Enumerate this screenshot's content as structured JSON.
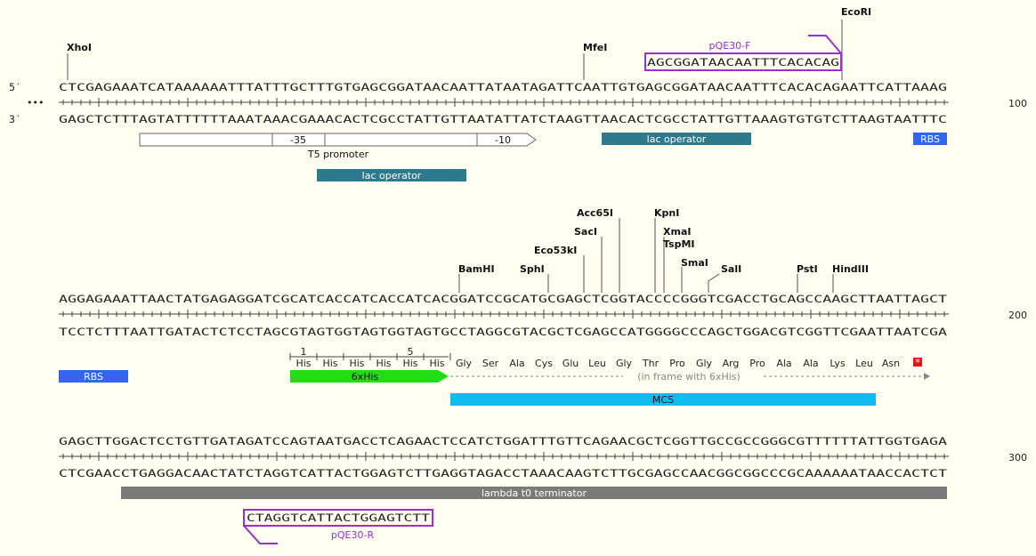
{
  "markers": {
    "five_prime": "5′",
    "three_prime": "3′",
    "ellipsis": "•••"
  },
  "rows": [
    {
      "top": "CTCGAGAAATCATAAAAAATTTATTTGCTTTGTGAGCGGATAACAATTATAATAGATTCAATTGTGAGCGGATAACAATTTCACACAGAATTCATTAAAG",
      "bottom": "GAGCTCTTTAGTATTTTTTAAATAAACGAAACACTCGCCTATTGTTAATATTATCTAAGTTAACACTCGCCTATTGTTAAAGTGTGTCTTAAGTAATTTC",
      "number": "100"
    },
    {
      "top": "AGGAGAAATTAACTATGAGAGGATCGCATCACCATCACCATCACGGATCCGCATGCGAGCTCGGTACCCCGGGTCGACCTGCAGCCAAGCTTAATTAGCT",
      "bottom": "TCCTCTTTAATTGATACTCTCCTAGCGTAGTGGTAGTGGTAGTGCCTAGGCGTACGCTCGAGCCATGGGGCCCAGCTGGACGTCGGTTCGAATTAATCGA",
      "number": "200"
    },
    {
      "top": "GAGCTTGGACTCCTGTTGATAGATCCAGTAATGACCTCAGAACTCCATCTGGATTTGTTCAGAACGCTCGGTTGCCGCCGGGCGTTTTTTATTGGTGAGA",
      "bottom": "CTCGAACCTGAGGACAACTATCTAGGTCATTACTGGAGTCTTGAGGTAGACCTAAACAAGTCTTGCGAGCCAACGGCGGCCCGCAAAAAATAACCACTCT",
      "number": "300"
    }
  ],
  "sites": {
    "row1": [
      "XhoI",
      "MfeI",
      "EcoRI"
    ],
    "row2": [
      "BamHI",
      "SphI",
      "Eco53kI",
      "SacI",
      "Acc65I",
      "KpnI",
      "XmaI",
      "TspMI",
      "SmaI",
      "SalI",
      "PstI",
      "HindIII"
    ]
  },
  "primers": {
    "forward": {
      "name": "pQE30-F",
      "seq": "AGCGGATAACAATTTCACACAG",
      "color": "#9a2fd0"
    },
    "reverse": {
      "name": "pQE30-R",
      "seq": "CTAGGTCATTACTGGAGTCTT",
      "color": "#9a2fd0"
    }
  },
  "promoter": {
    "name": "T5 promoter",
    "box35": "-35",
    "box10": "-10"
  },
  "features": {
    "lac_operator_1": {
      "label": "lac operator",
      "color": "#2d7a8c"
    },
    "lac_operator_2": {
      "label": "lac operator",
      "color": "#2d7a8c"
    },
    "rbs_1": {
      "label": "RBS",
      "color": "#3366ee"
    },
    "rbs_2": {
      "label": "RBS",
      "color": "#3366ee"
    },
    "his_tag": {
      "label": "6xHis",
      "color": "#22dd11"
    },
    "mcs": {
      "label": "MCS",
      "color": "#11bbee"
    },
    "terminator": {
      "label": "lambda t0 terminator",
      "color": "#7a7a7a"
    }
  },
  "translation": {
    "his_numbers": [
      "1",
      "5"
    ],
    "his_residues": [
      "His",
      "His",
      "His",
      "His",
      "His",
      "His"
    ],
    "mcs_residues": [
      "Gly",
      "Ser",
      "Ala",
      "Cys",
      "Glu",
      "Leu",
      "Gly",
      "Thr",
      "Pro",
      "Gly",
      "Arg",
      "Pro",
      "Ala",
      "Ala",
      "Lys",
      "Leu",
      "Asn"
    ],
    "frame_note": "(in frame with 6xHis)",
    "stop": "*"
  }
}
